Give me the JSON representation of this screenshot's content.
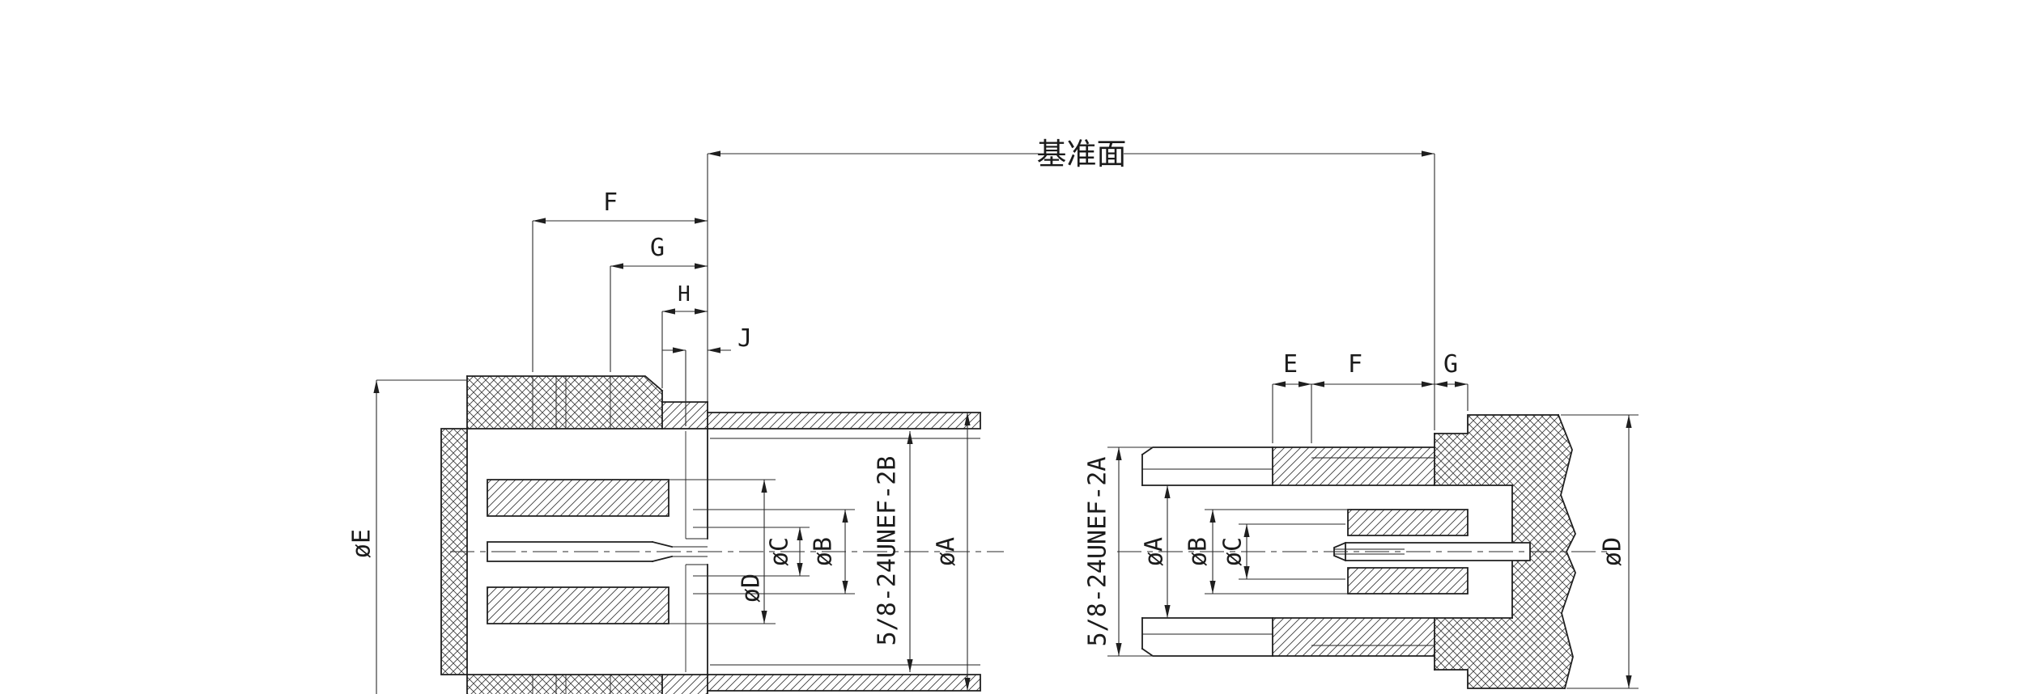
{
  "datum": {
    "label": "基准面"
  },
  "left_view": {
    "thread_label": "5/8-24UNEF-2B",
    "dim_f": "F",
    "dim_g": "G",
    "dim_h": "H",
    "dim_j": "J",
    "dia_a": "øA",
    "dia_b": "øB",
    "dia_c": "øC",
    "dia_d": "øD",
    "dia_e": "øE"
  },
  "right_view": {
    "thread_label": "5/8-24UNEF-2A",
    "dim_e": "E",
    "dim_f": "F",
    "dim_g": "G",
    "dia_a": "øA",
    "dia_b": "øB",
    "dia_c": "øC",
    "dia_d": "øD"
  }
}
